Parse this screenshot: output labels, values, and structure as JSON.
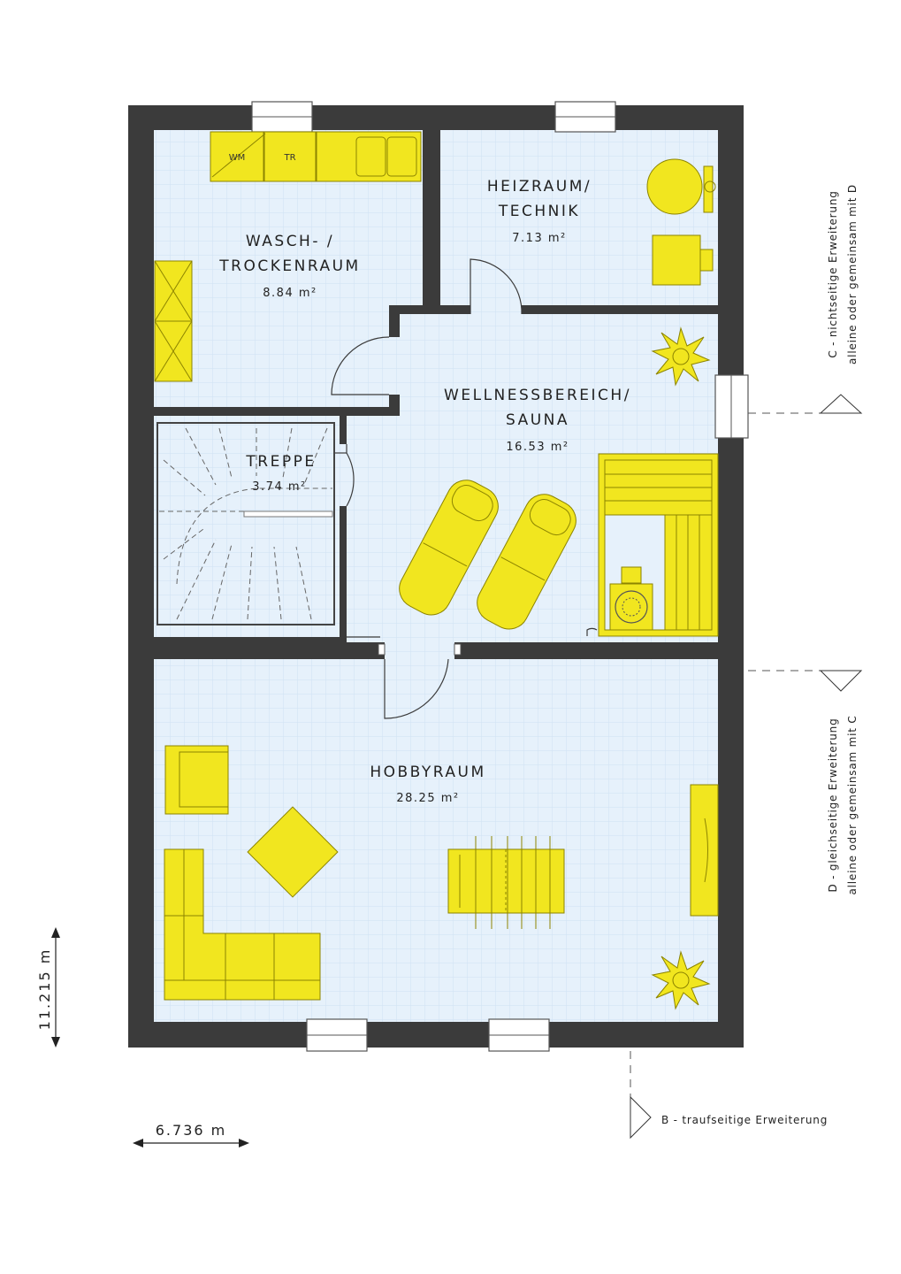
{
  "rooms": {
    "wasch": {
      "label_line1": "WASCH- /",
      "label_line2": "TROCKENRAUM",
      "area": "8.84 m²"
    },
    "heizraum": {
      "label_line1": "HEIZRAUM/",
      "label_line2": "TECHNIK",
      "area": "7.13 m²"
    },
    "wellness": {
      "label_line1": "WELLNESSBEREICH/",
      "label_line2": "SAUNA",
      "area": "16.53 m²"
    },
    "treppe": {
      "label": "TREPPE",
      "area": "3.74 m²"
    },
    "hobbyraum": {
      "label": "HOBBYRAUM",
      "area": "28.25 m²"
    }
  },
  "appliances": {
    "wm": "WM",
    "tr": "TR"
  },
  "dimensions": {
    "height": "11.215 m",
    "width": "6.736 m"
  },
  "extensions": {
    "c_line1": "C - nichtseitige Erweiterung",
    "c_line2": "alleine oder gemeinsam mit D",
    "d_line1": "D - gleichseitige Erweiterung",
    "d_line2": "alleine oder gemeinsam mit C",
    "b": "B - traufseitige Erweiterung"
  },
  "colors": {
    "floor": "#e6f1fb",
    "grid": "#cfe1f3",
    "wall": "#3b3b3b",
    "furniture": "#f1e61f"
  }
}
